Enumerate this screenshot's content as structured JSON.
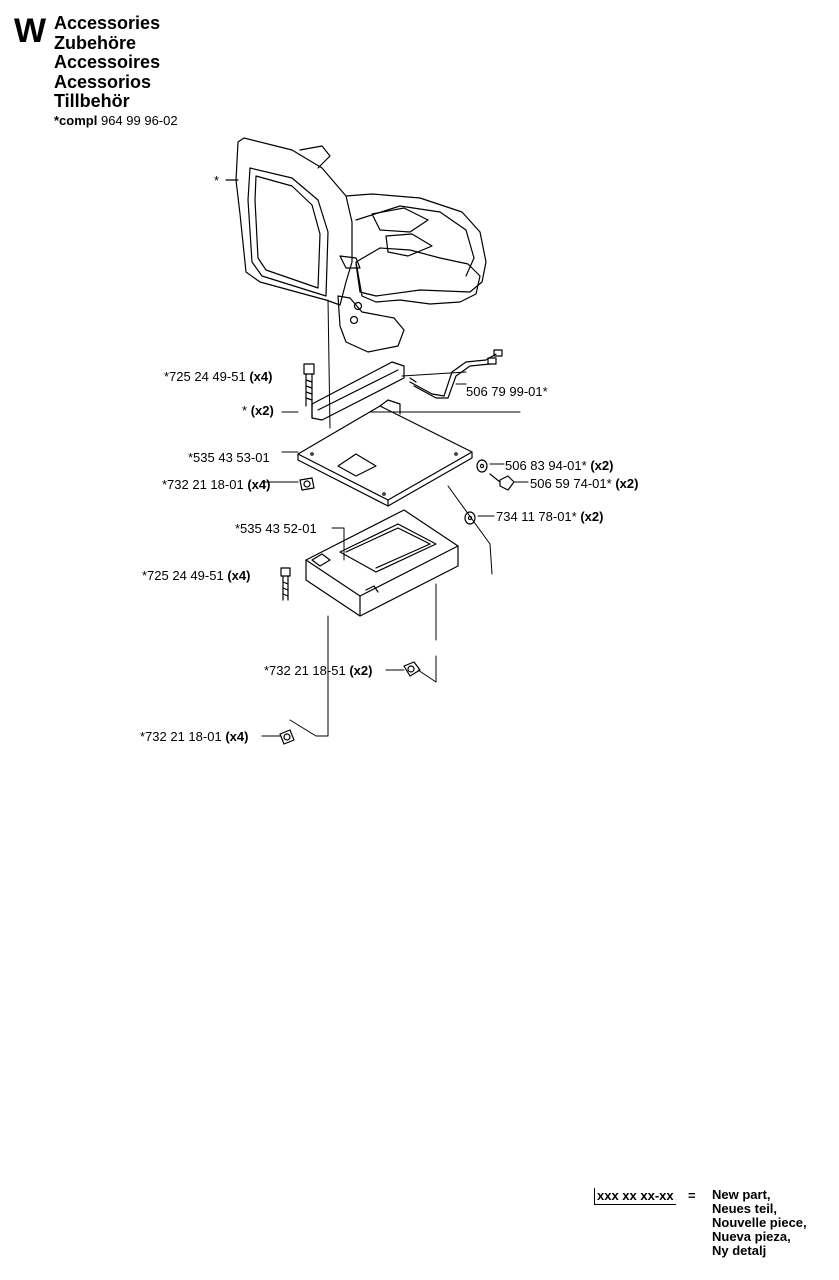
{
  "header": {
    "section_letter": "W",
    "titles": [
      "Accessories",
      "Zubehöre",
      "Accessoires",
      "Acessorios",
      "Tillbehör"
    ],
    "compl_label": "*compl",
    "compl_number": "964 99 96-02"
  },
  "parts": [
    {
      "id": "seat",
      "number": "*",
      "qty": ""
    },
    {
      "id": "bolt-top",
      "number": "*725 24 49-51",
      "qty": "(x4)"
    },
    {
      "id": "rail",
      "number": "*",
      "qty": "(x2)"
    },
    {
      "id": "harness",
      "number": "506 79 99-01*",
      "qty": ""
    },
    {
      "id": "plate",
      "number": "*535 43 53-01",
      "qty": ""
    },
    {
      "id": "nut-top",
      "number": "*732 21 18-01",
      "qty": "(x4)"
    },
    {
      "id": "washer-1",
      "number": "506 83 94-01*",
      "qty": "(x2)"
    },
    {
      "id": "screw-1",
      "number": "506 59 74-01*",
      "qty": "(x2)"
    },
    {
      "id": "washer-2",
      "number": "734 11 78-01*",
      "qty": "(x2)"
    },
    {
      "id": "bracket",
      "number": "*535 43 52-01",
      "qty": ""
    },
    {
      "id": "bolt-bottom",
      "number": "*725 24 49-51",
      "qty": "(x4)"
    },
    {
      "id": "nut-flange",
      "number": "*732 21 18-51",
      "qty": "(x2)"
    },
    {
      "id": "nut-bottom",
      "number": "*732 21 18-01",
      "qty": "(x4)"
    }
  ],
  "legend": {
    "code": "xxx xx xx-xx",
    "equals": "=",
    "lines": [
      "New part,",
      "Neues teil,",
      "Nouvelle piece,",
      "Nueva pieza,",
      "Ny detalj"
    ]
  }
}
